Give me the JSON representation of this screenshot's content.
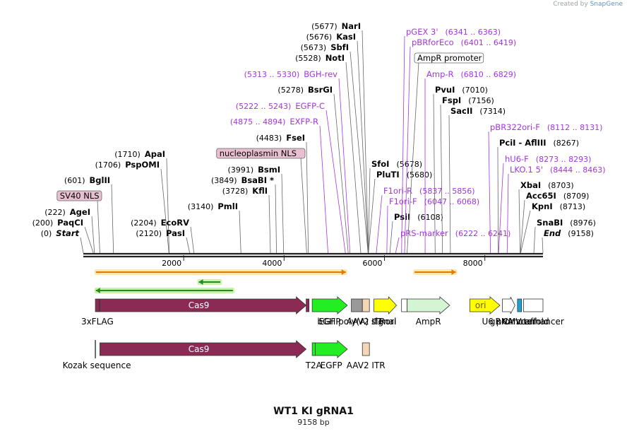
{
  "credit": {
    "prefix": "Created by",
    "brand": "SnapGene"
  },
  "map": {
    "title": "WT1 KI gRNA1",
    "length": "9158 bp",
    "total_bp": 9158
  },
  "scale_ticks": [
    {
      "pos": 2000,
      "label": "2000"
    },
    {
      "pos": 4000,
      "label": "4000"
    },
    {
      "pos": 6000,
      "label": "6000"
    },
    {
      "pos": 8000,
      "label": "8000"
    }
  ],
  "labels": [
    {
      "pos": 0,
      "coord": "(0)",
      "name": "Start",
      "kind": "italic"
    },
    {
      "pos": 200,
      "coord": "(200)",
      "name": "PaqCI",
      "kind": "enzyme"
    },
    {
      "pos": 222,
      "coord": "(222)",
      "name": "AgeI",
      "kind": "enzyme"
    },
    {
      "pos": 601,
      "coord": "(601)",
      "name": "BglII",
      "kind": "enzyme"
    },
    {
      "pos": 330,
      "coord": "",
      "name": "SV40 NLS",
      "kind": "boxed-pink"
    },
    {
      "pos": 1706,
      "coord": "(1706)",
      "name": "PspOMI",
      "kind": "enzyme"
    },
    {
      "pos": 1710,
      "coord": "(1710)",
      "name": "ApaI",
      "kind": "enzyme"
    },
    {
      "pos": 2120,
      "coord": "(2120)",
      "name": "PasI",
      "kind": "enzyme"
    },
    {
      "pos": 2204,
      "coord": "(2204)",
      "name": "EcoRV",
      "kind": "enzyme"
    },
    {
      "pos": 3140,
      "coord": "(3140)",
      "name": "PmlI",
      "kind": "enzyme"
    },
    {
      "pos": 3728,
      "coord": "(3728)",
      "name": "KflI",
      "kind": "enzyme"
    },
    {
      "pos": 3849,
      "coord": "(3849)",
      "name": "BsaBI *",
      "kind": "enzyme"
    },
    {
      "pos": 3991,
      "coord": "(3991)",
      "name": "BsmI",
      "kind": "enzyme"
    },
    {
      "pos": 4450,
      "coord": "",
      "name": "nucleoplasmin NLS",
      "kind": "boxed-pink"
    },
    {
      "pos": 4483,
      "coord": "(4483)",
      "name": "FseI",
      "kind": "enzyme"
    },
    {
      "pos": 4875,
      "coord": "(4875 .. 4894)",
      "name": "EXFP-R",
      "kind": "primer"
    },
    {
      "pos": 5222,
      "coord": "(5222 .. 5243)",
      "name": "EGFP-C",
      "kind": "primer"
    },
    {
      "pos": 5278,
      "coord": "(5278)",
      "name": "BsrGI",
      "kind": "enzyme"
    },
    {
      "pos": 5313,
      "coord": "(5313 .. 5330)",
      "name": "BGH-rev",
      "kind": "primer"
    },
    {
      "pos": 5528,
      "coord": "(5528)",
      "name": "NotI",
      "kind": "enzyme"
    },
    {
      "pos": 5673,
      "coord": "(5673)",
      "name": "SbfI",
      "kind": "enzyme"
    },
    {
      "pos": 5676,
      "coord": "(5676)",
      "name": "KasI",
      "kind": "enzyme"
    },
    {
      "pos": 5677,
      "coord": "(5677)",
      "name": "NarI",
      "kind": "enzyme"
    },
    {
      "pos": 5678,
      "coord": "(5678)",
      "name": "SfoI",
      "kind": "enzyme-right"
    },
    {
      "pos": 5680,
      "coord": "(5680)",
      "name": "PluTI",
      "kind": "enzyme-right"
    },
    {
      "pos": 5837,
      "coord": "(5837 .. 5856)",
      "name": "F1ori-R",
      "kind": "primer-right"
    },
    {
      "pos": 6047,
      "coord": "(6047 .. 6068)",
      "name": "F1ori-F",
      "kind": "primer-right"
    },
    {
      "pos": 6108,
      "coord": "(6108)",
      "name": "PsiI",
      "kind": "enzyme-right"
    },
    {
      "pos": 6222,
      "coord": "(6222 .. 6241)",
      "name": "pRS-marker",
      "kind": "primer-right"
    },
    {
      "pos": 6341,
      "coord": "(6341 .. 6363)",
      "name": "pGEX 3'",
      "kind": "primer-right"
    },
    {
      "pos": 6401,
      "coord": "(6401 .. 6419)",
      "name": "pBRforEco",
      "kind": "primer-right"
    },
    {
      "pos": 6450,
      "coord": "",
      "name": "AmpR promoter",
      "kind": "boxed-white"
    },
    {
      "pos": 6810,
      "coord": "(6810 .. 6829)",
      "name": "Amp-R",
      "kind": "primer-right"
    },
    {
      "pos": 7010,
      "coord": "(7010)",
      "name": "PvuI",
      "kind": "enzyme-right"
    },
    {
      "pos": 7156,
      "coord": "(7156)",
      "name": "FspI",
      "kind": "enzyme-right"
    },
    {
      "pos": 7314,
      "coord": "(7314)",
      "name": "SacII",
      "kind": "enzyme-right"
    },
    {
      "pos": 8112,
      "coord": "(8112 .. 8131)",
      "name": "pBR322ori-F",
      "kind": "primer-right"
    },
    {
      "pos": 8267,
      "coord": "(8267)",
      "name": "PciI - AflIII",
      "kind": "enzyme-right"
    },
    {
      "pos": 8273,
      "coord": "(8273 .. 8293)",
      "name": "hU6-F",
      "kind": "primer-right"
    },
    {
      "pos": 8444,
      "coord": "(8444 .. 8463)",
      "name": "LKO.1 5'",
      "kind": "primer-right"
    },
    {
      "pos": 8703,
      "coord": "(8703)",
      "name": "XbaI",
      "kind": "enzyme-right"
    },
    {
      "pos": 8709,
      "coord": "(8709)",
      "name": "Acc65I",
      "kind": "enzyme-right"
    },
    {
      "pos": 8713,
      "coord": "(8713)",
      "name": "KpnI",
      "kind": "enzyme-right"
    },
    {
      "pos": 8976,
      "coord": "(8976)",
      "name": "SnaBI",
      "kind": "enzyme-right"
    },
    {
      "pos": 9158,
      "coord": "(9158)",
      "name": "End",
      "kind": "italic-right"
    }
  ],
  "features_row1": [
    {
      "name": "3xFLAG",
      "start": 240,
      "end": 320,
      "color": "#8b2b55",
      "shape": "box",
      "label_below": "3xFLAG"
    },
    {
      "name": "Cas9",
      "start": 330,
      "end": 4440,
      "color": "#8b2b55",
      "shape": "arrow-right",
      "label_inside": "Cas9"
    },
    {
      "name": "nucleoplasmin NLS",
      "start": 4440,
      "end": 4490,
      "color": "#8b2b55",
      "shape": "box"
    },
    {
      "name": "EGFP",
      "start": 4560,
      "end": 5260,
      "color": "#22ee22",
      "shape": "arrow-right",
      "label_below": "EGFP"
    },
    {
      "name": "bGH poly(A) signal",
      "start": 5340,
      "end": 5560,
      "color": "#999999",
      "shape": "box",
      "label_below": "bGH poly(A) signal"
    },
    {
      "name": "AAV2 ITR",
      "start": 5560,
      "end": 5700,
      "color": "#f5d7b8",
      "shape": "box",
      "label_below": "AAV2 ITR"
    },
    {
      "name": "f1 ori",
      "start": 5790,
      "end": 6240,
      "color": "#ffff00",
      "shape": "arrow-right",
      "label_below": "f1 ori"
    },
    {
      "name": "AmpR promoter",
      "start": 6340,
      "end": 6450,
      "color": "#ffffff",
      "shape": "box"
    },
    {
      "name": "AmpR",
      "start": 6450,
      "end": 7300,
      "color": "#d4f5d4",
      "shape": "arrow-right",
      "label_below": "AmpR"
    },
    {
      "name": "ori",
      "start": 7700,
      "end": 8300,
      "color": "#ffff00",
      "shape": "arrow-right",
      "label_inside": "ori"
    },
    {
      "name": "U6 promoter",
      "start": 8350,
      "end": 8600,
      "color": "#ffffff",
      "shape": "arrow-right",
      "label_below": "U6 promoter"
    },
    {
      "name": "gRNA scaffold",
      "start": 8650,
      "end": 8730,
      "color": "#19a3d6",
      "shape": "box",
      "label_below": "gRNA scaffold"
    },
    {
      "name": "CMV enhancer",
      "start": 8770,
      "end": 9158,
      "color": "#ffffff",
      "shape": "box",
      "label_below": "CMV enhancer"
    }
  ],
  "features_row2": [
    {
      "name": "Kozak sequence",
      "start": 240,
      "end": 260,
      "color": "#8b2b55",
      "shape": "tick",
      "label_below": "Kozak sequence"
    },
    {
      "name": "Cas9",
      "start": 330,
      "end": 4440,
      "color": "#8b2b55",
      "shape": "arrow-right",
      "label_inside": "Cas9"
    },
    {
      "name": "T2A",
      "start": 4560,
      "end": 4620,
      "color": "#22ee22",
      "shape": "box",
      "label_below": "T2A"
    },
    {
      "name": "EGFP",
      "start": 4620,
      "end": 5260,
      "color": "#22ee22",
      "shape": "arrow-right",
      "label_below": "EGFP"
    },
    {
      "name": "AAV2 ITR",
      "start": 5560,
      "end": 5700,
      "color": "#f5d7b8",
      "shape": "box",
      "label_below": "AAV2 ITR"
    }
  ],
  "orf_arrows": [
    {
      "start": 250,
      "end": 5230,
      "dir": "right",
      "color": "#e07b00",
      "glow": "#ffe7b0"
    },
    {
      "start": 2300,
      "end": 2730,
      "dir": "left",
      "color": "#228b22",
      "glow": "#c9f2a8"
    },
    {
      "start": 250,
      "end": 2980,
      "dir": "left",
      "color": "#228b22",
      "glow": "#c9f2a8"
    },
    {
      "start": 6600,
      "end": 7420,
      "dir": "right",
      "color": "#e07b00",
      "glow": "#ffe7b0"
    }
  ],
  "colors": {
    "enzyme": "#000000",
    "primer": "#a335e0",
    "backbone": "#222222"
  }
}
